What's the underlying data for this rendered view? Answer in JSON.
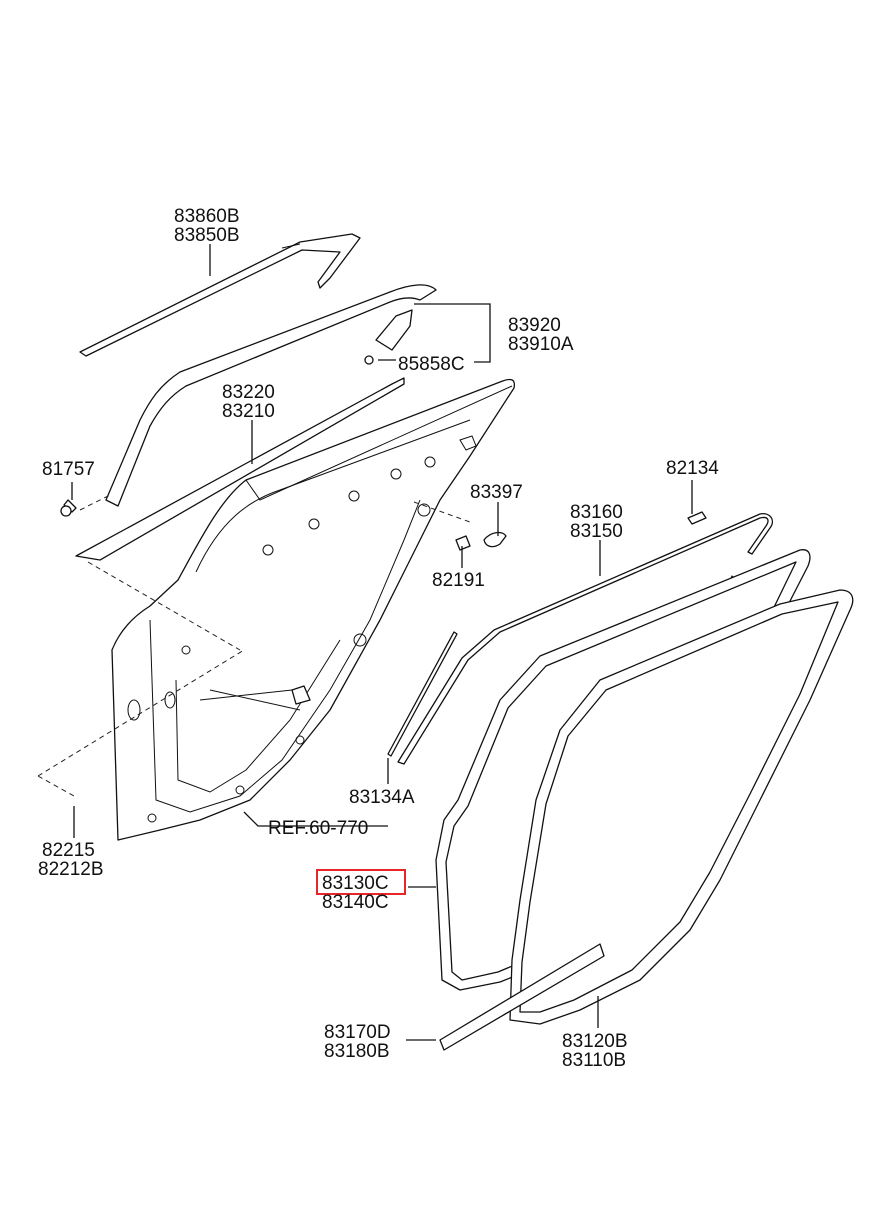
{
  "labels": {
    "l83860B": "83860B",
    "l83850B": "83850B",
    "l83920": "83920",
    "l83910A": "83910A",
    "l85858C": "85858C",
    "l83220": "83220",
    "l83210": "83210",
    "l81757": "81757",
    "l82134": "82134",
    "l83397": "83397",
    "l83160": "83160",
    "l83150": "83150",
    "l82191": "82191",
    "l83134A": "83134A",
    "lREF": "REF.60-770",
    "l82215": "82215",
    "l82212B": "82212B",
    "l83130C": "83130C",
    "l83140C": "83140C",
    "l83170D": "83170D",
    "l83180B": "83180B",
    "l83120B": "83120B",
    "l83110B": "83110B"
  },
  "highlighted_part": "83130C",
  "colors": {
    "highlight": "#e8262a",
    "line": "#111111",
    "background": "#ffffff"
  }
}
